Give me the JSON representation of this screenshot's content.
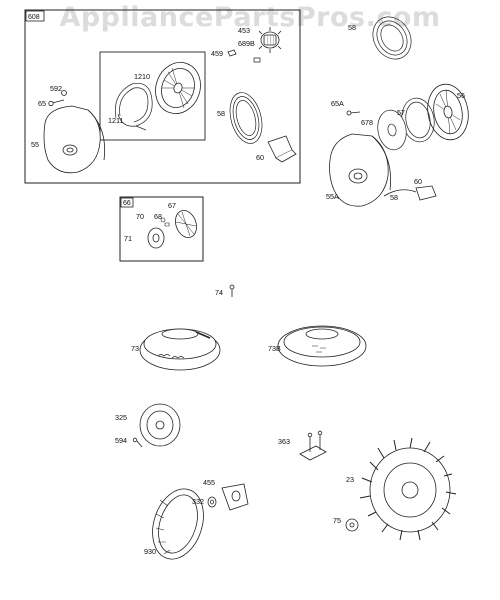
{
  "watermark": "AppliancePartsPros.com",
  "kits": {
    "k608": "608",
    "k66": "66"
  },
  "labels": {
    "l592": "592",
    "l65": "65",
    "l55": "55",
    "l1210": "1210",
    "l1211": "1211",
    "l453": "453",
    "l689b": "689B",
    "l459": "459",
    "l58_top": "58",
    "l60_top": "60",
    "l58_right": "58",
    "l65a": "65A",
    "l678": "678",
    "l57": "57",
    "l56": "56",
    "l55a": "55A",
    "l60_right": "60",
    "l58_bottom": "58",
    "l70": "70",
    "l68": "68",
    "l67": "67",
    "l71": "71",
    "l74": "74",
    "l73": "73",
    "l73b": "73B",
    "l325": "325",
    "l594": "594",
    "l363": "363",
    "l455": "455",
    "l332": "332",
    "l23": "23",
    "l75": "75",
    "l930": "930"
  }
}
